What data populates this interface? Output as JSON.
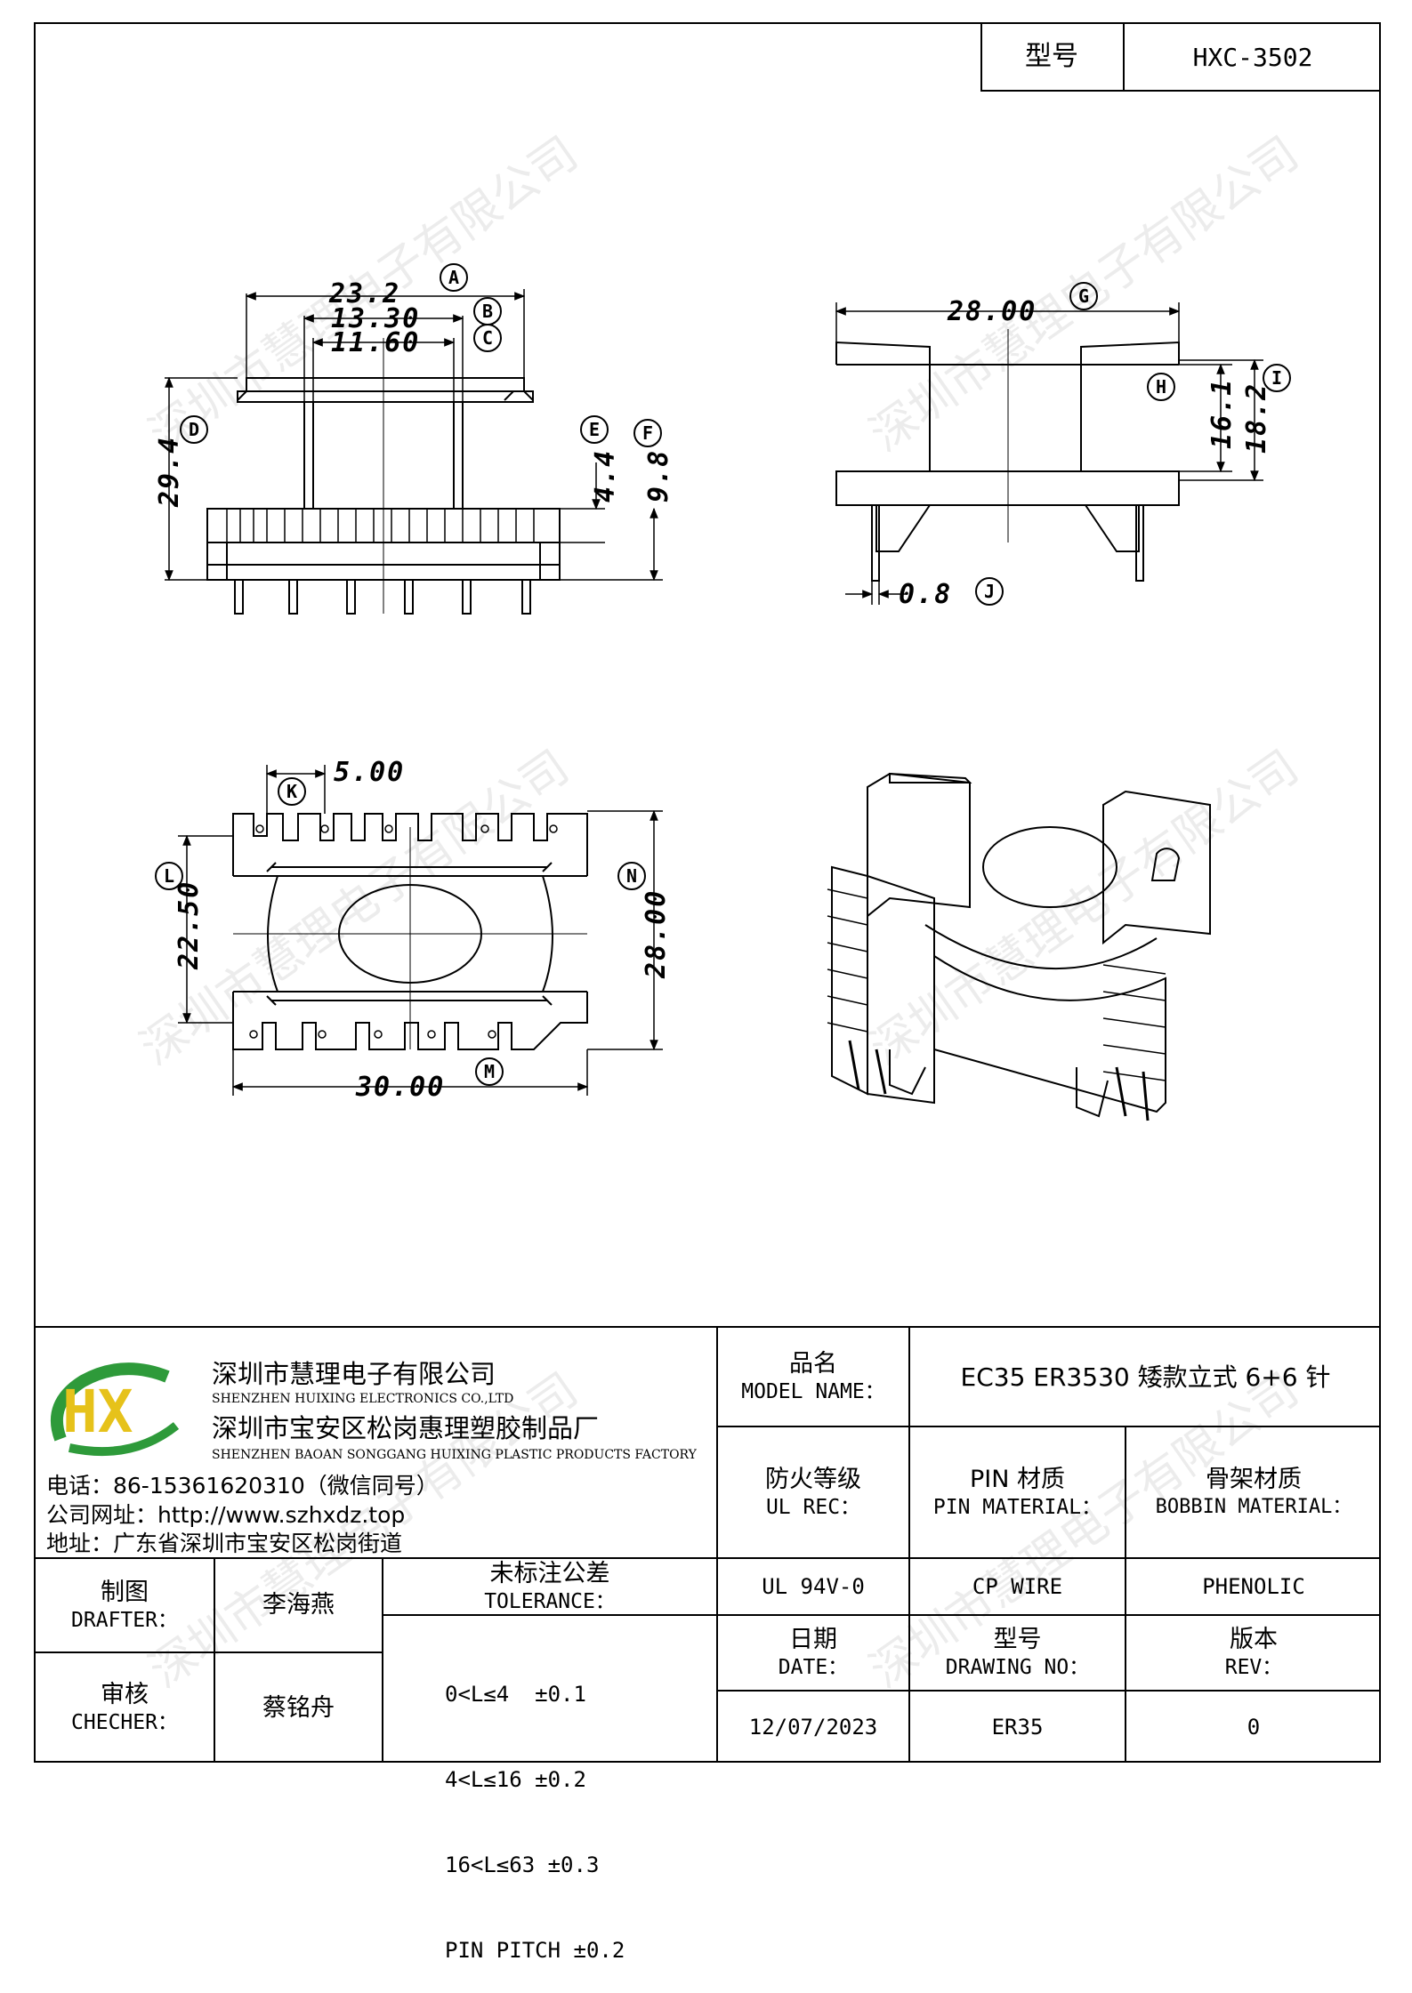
{
  "header": {
    "type_label": "型号",
    "type_value": "HXC-3502"
  },
  "watermark": "深圳市慧理电子有限公司",
  "drawing": {
    "front": {
      "A": "23.2",
      "B": "13.30",
      "C": "11.60",
      "D": "29.4",
      "E": "4.4",
      "F": "9.8"
    },
    "side": {
      "G": "28.00",
      "H": "16.1",
      "I": "18.2",
      "J": "0.8"
    },
    "top": {
      "K": "5.00",
      "L": "22.50",
      "M": "30.00",
      "N": "28.00"
    },
    "letters": [
      "A",
      "B",
      "C",
      "D",
      "E",
      "F",
      "G",
      "H",
      "I",
      "J",
      "K",
      "L",
      "M",
      "N"
    ]
  },
  "company": {
    "name_cn": "深圳市慧理电子有限公司",
    "name_en": "SHENZHEN HUIXING ELECTRONICS CO.,LTD",
    "factory_cn": "深圳市宝安区松岗惠理塑胶制品厂",
    "factory_en": "SHENZHEN BAOAN SONGGANG HUIXING PLASTIC PRODUCTS FACTORY",
    "phone": "电话：86-15361620310（微信同号）",
    "website": "公司网址：http://www.szhxdz.top",
    "address": "地址：广东省深圳市宝安区松岗街道",
    "logo_text": "HX",
    "colors": {
      "green": "#2e9a3a",
      "yellow": "#e6c21a"
    }
  },
  "table": {
    "model_label_cn": "品名",
    "model_label_en": "MODEL NAME：",
    "model_value": "EC35 ER3530 矮款立式 6+6 针",
    "ul_label_cn": "防火等级",
    "ul_label_en": "UL REC：",
    "pin_label_cn": "PIN 材质",
    "pin_label_en": "PIN MATERIAL：",
    "bobbin_label_cn": "骨架材质",
    "bobbin_label_en": "BOBBIN MATERIAL：",
    "ul_value": "UL 94V-0",
    "pin_value": "CP WIRE",
    "bobbin_value": "PHENOLIC",
    "drafter_cn": "制图",
    "drafter_en": "DRAFTER：",
    "drafter_name": "李海燕",
    "checker_cn": "审核",
    "checker_en": "CHECHER：",
    "checker_name": "蔡铭舟",
    "tol_label_cn": "未标注公差",
    "tol_label_en": "TOLERANCE：",
    "tol_lines": [
      "0<L≤4  ±0.1",
      "4<L≤16 ±0.2",
      "16<L≤63 ±0.3",
      "PIN PITCH ±0.2"
    ],
    "date_cn": "日期",
    "date_en": "DATE：",
    "date_value": "12/07/2023",
    "dwg_cn": "型号",
    "dwg_en": "DRAWING NO：",
    "dwg_value": "ER35",
    "rev_cn": "版本",
    "rev_en": "REV：",
    "rev_value": "0"
  }
}
